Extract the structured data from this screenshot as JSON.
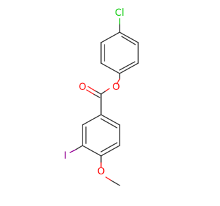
{
  "molecule": {
    "atoms": {
      "chlorine": "Cl",
      "ester_oxygen": "O",
      "carbonyl_oxygen": "O",
      "iodine": "I",
      "methoxy_oxygen": "O"
    },
    "colors": {
      "bond": "#3a3a3a",
      "oxygen": "#ff0d0d",
      "chlorine": "#1fd01f",
      "iodine": "#940094"
    }
  }
}
